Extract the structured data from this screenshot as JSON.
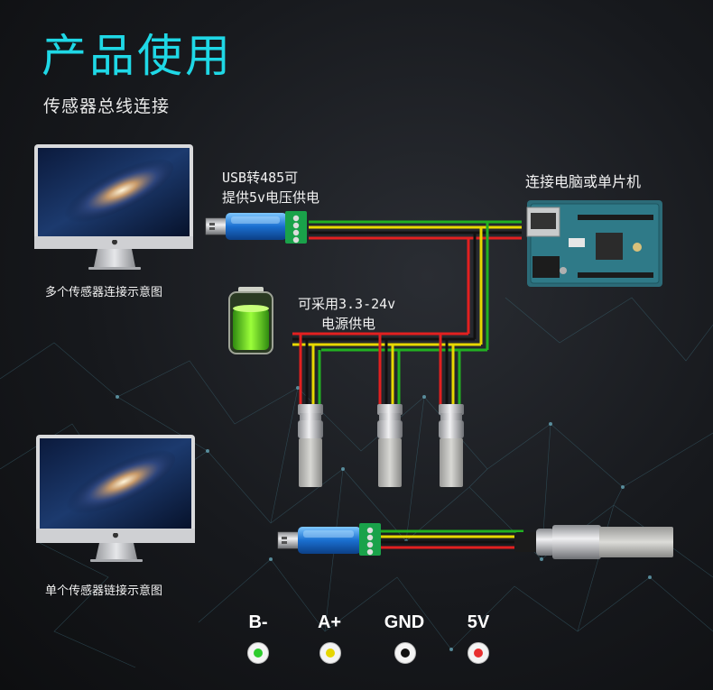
{
  "header": {
    "title": "产品使用",
    "subtitle": "传感器总线连接"
  },
  "multi": {
    "usb_label_line1": "USB转485可",
    "usb_label_line2": "提供5v电压供电",
    "pc_label": "连接电脑或单片机",
    "power_label_line1": "可采用3.3-24v",
    "power_label_line2": "电源供电",
    "caption": "多个传感器连接示意图"
  },
  "single": {
    "caption": "单个传感器链接示意图"
  },
  "legend": [
    {
      "label": "B-",
      "color": "#2ecc2e"
    },
    {
      "label": "A+",
      "color": "#e6d600"
    },
    {
      "label": "GND",
      "color": "#111111"
    },
    {
      "label": "5V",
      "color": "#e83030"
    }
  ],
  "wire_colors": {
    "red": "#e22020",
    "black": "#111111",
    "yellow": "#e8d800",
    "green": "#22b022"
  },
  "accent": "#1fd8e6"
}
